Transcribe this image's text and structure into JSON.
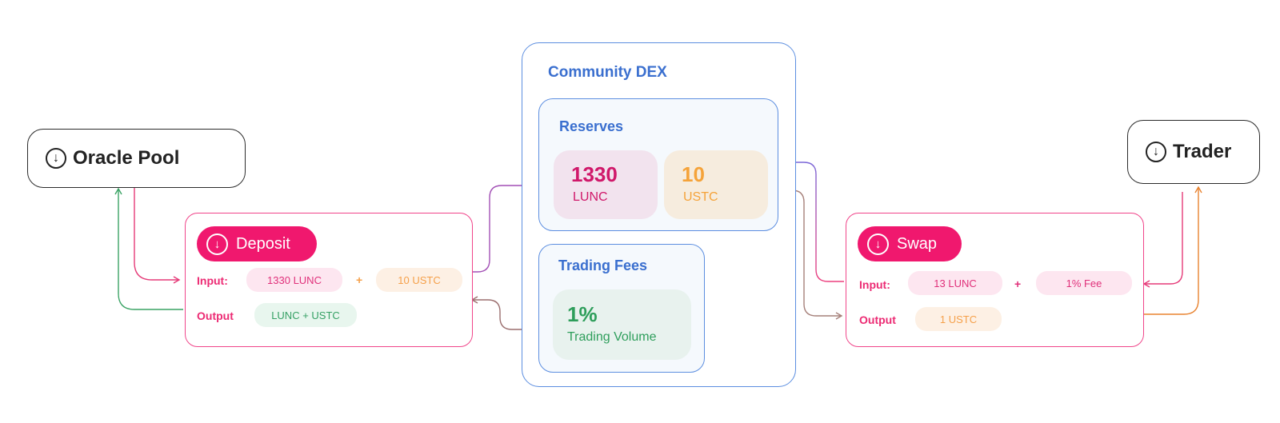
{
  "oracle_pool": {
    "label": "Oracle Pool",
    "icon": "arrow-down-circle-icon"
  },
  "trader": {
    "label": "Trader",
    "icon": "arrow-down-circle-icon"
  },
  "deposit": {
    "title": "Deposit",
    "input_label": "Input:",
    "input_a": "1330 LUNC",
    "plus": "+",
    "input_b": "10 USTC",
    "output_label": "Output",
    "output_value": "LUNC + USTC"
  },
  "swap": {
    "title": "Swap",
    "input_label": "Input:",
    "input_a": "13 LUNC",
    "plus": "+",
    "input_b": "1% Fee",
    "output_label": "Output",
    "output_value": "1 USTC"
  },
  "dex": {
    "title": "Community DEX",
    "reserves": {
      "title": "Reserves",
      "lunc_value": "1330",
      "lunc_unit": "LUNC",
      "ustc_value": "10",
      "ustc_unit": "USTC"
    },
    "fees": {
      "title": "Trading Fees",
      "value": "1%",
      "label": "Trading Volume"
    }
  },
  "colors": {
    "pink": "#f0186e",
    "blue": "#3a6fcf",
    "green": "#2e9e5b",
    "orange": "#f5a04a",
    "purple": "#8a5cd6"
  }
}
